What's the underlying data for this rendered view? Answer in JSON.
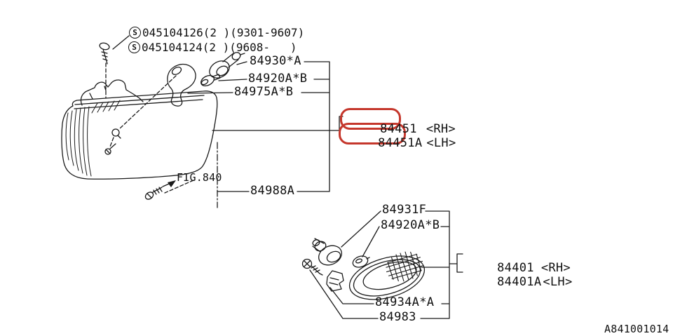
{
  "colors": {
    "background": "#ffffff",
    "line_art": "#1a1a1a",
    "text": "#111111",
    "highlight_red": "#c5372c"
  },
  "header_specs": {
    "icon": "S",
    "rows": [
      {
        "part_number": "045104126(2 )",
        "range": "(9301-9607)"
      },
      {
        "part_number": "045104124(2 )",
        "range": "(9608-   )"
      }
    ]
  },
  "corner_lamp": {
    "bulb_socket": "84930*A",
    "bulb": "84920A*B",
    "grommet": "84975A*B",
    "assembly_rh": {
      "part": "84451",
      "side": "<RH>",
      "highlighted": true
    },
    "assembly_lh": {
      "part": "84451A",
      "side": "<LH>",
      "highlighted": true
    },
    "fig_ref": "FIG.840",
    "screw": "84988A"
  },
  "side_marker_lamp": {
    "bulb_socket": "84931F",
    "bulb": "84920A*B",
    "assembly_rh": {
      "part": "84401",
      "side": "<RH>"
    },
    "assembly_lh": {
      "part": "84401A",
      "side": "<LH>"
    },
    "grommet": "84934A*A",
    "screw": "84983"
  },
  "doc_code": "A841001014"
}
